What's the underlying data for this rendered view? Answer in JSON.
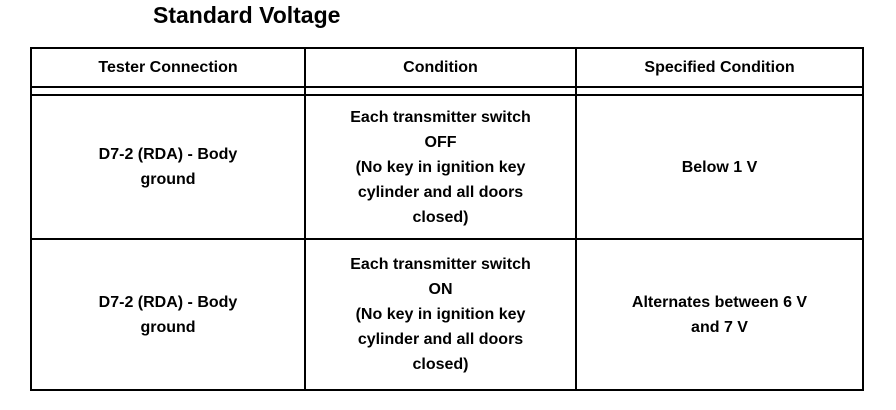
{
  "title": "Standard Voltage",
  "table": {
    "headers": [
      {
        "label": "Tester Connection"
      },
      {
        "label": "Condition"
      },
      {
        "label": "Specified Condition"
      }
    ],
    "rows": [
      {
        "tester_connection": {
          "lines": [
            "D7-2 (RDA) - Body",
            "ground"
          ]
        },
        "condition": {
          "lines": [
            "Each transmitter switch",
            "OFF",
            "(No key in ignition key",
            "cylinder and all doors",
            "closed)"
          ]
        },
        "specified_condition": {
          "lines": [
            "Below 1 V"
          ]
        }
      },
      {
        "tester_connection": {
          "lines": [
            "D7-2 (RDA) - Body",
            "ground"
          ]
        },
        "condition": {
          "lines": [
            "Each transmitter switch",
            "ON",
            "(No key in ignition key",
            "cylinder and all doors",
            "closed)"
          ]
        },
        "specified_condition": {
          "lines": [
            "Alternates between 6 V",
            "and 7 V"
          ]
        }
      }
    ]
  },
  "colors": {
    "text": "#000000",
    "background": "#ffffff",
    "border": "#000000"
  }
}
